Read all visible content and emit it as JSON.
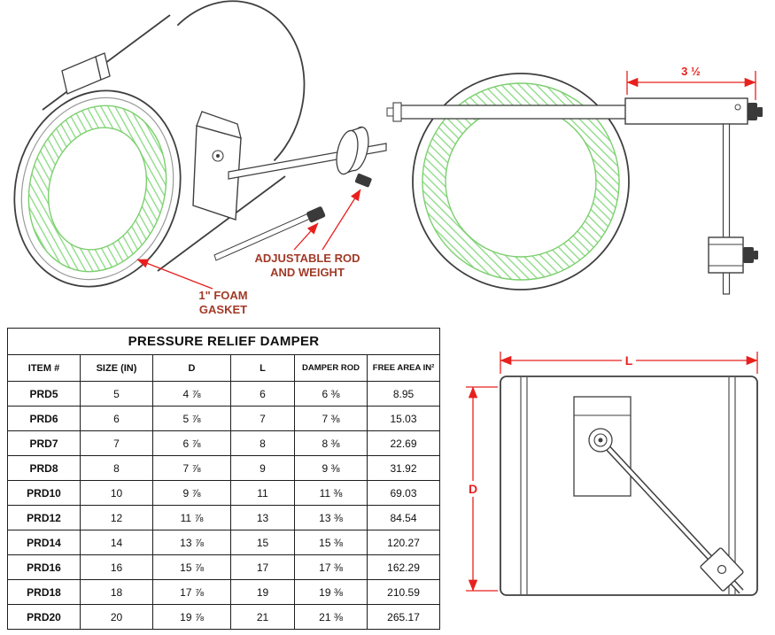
{
  "colors": {
    "outline": "#3f3f3f",
    "dimension_red": "#e8201d",
    "annotation_maroon": "#a23a28",
    "gasket_green": "#7ccf6e",
    "table_border": "#1d1d1d"
  },
  "annotations": {
    "adjustable_rod_line1": "ADJUSTABLE ROD",
    "adjustable_rod_line2": "AND WEIGHT",
    "foam_gasket_line1": "1\" FOAM",
    "foam_gasket_line2": "GASKET",
    "front_offset_dim": "3 ½",
    "side_length_dim": "L",
    "side_diameter_dim": "D"
  },
  "table": {
    "title": "PRESSURE RELIEF DAMPER",
    "headers": [
      "ITEM #",
      "SIZE (IN)",
      "D",
      "L",
      "DAMPER ROD",
      "FREE AREA IN²"
    ],
    "rows": [
      {
        "item": "PRD5",
        "size": "5",
        "d": "4 ⅞",
        "l": "6",
        "rod": "6 ⅜",
        "area": "8.95"
      },
      {
        "item": "PRD6",
        "size": "6",
        "d": "5 ⅞",
        "l": "7",
        "rod": "7 ⅜",
        "area": "15.03"
      },
      {
        "item": "PRD7",
        "size": "7",
        "d": "6 ⅞",
        "l": "8",
        "rod": "8 ⅜",
        "area": "22.69"
      },
      {
        "item": "PRD8",
        "size": "8",
        "d": "7 ⅞",
        "l": "9",
        "rod": "9 ⅜",
        "area": "31.92"
      },
      {
        "item": "PRD10",
        "size": "10",
        "d": "9 ⅞",
        "l": "11",
        "rod": "11 ⅜",
        "area": "69.03"
      },
      {
        "item": "PRD12",
        "size": "12",
        "d": "11 ⅞",
        "l": "13",
        "rod": "13 ⅜",
        "area": "84.54"
      },
      {
        "item": "PRD14",
        "size": "14",
        "d": "13 ⅞",
        "l": "15",
        "rod": "15 ⅜",
        "area": "120.27"
      },
      {
        "item": "PRD16",
        "size": "16",
        "d": "15 ⅞",
        "l": "17",
        "rod": "17 ⅜",
        "area": "162.29"
      },
      {
        "item": "PRD18",
        "size": "18",
        "d": "17 ⅞",
        "l": "19",
        "rod": "19 ⅜",
        "area": "210.59"
      },
      {
        "item": "PRD20",
        "size": "20",
        "d": "19 ⅞",
        "l": "21",
        "rod": "21 ⅜",
        "area": "265.17"
      }
    ]
  }
}
